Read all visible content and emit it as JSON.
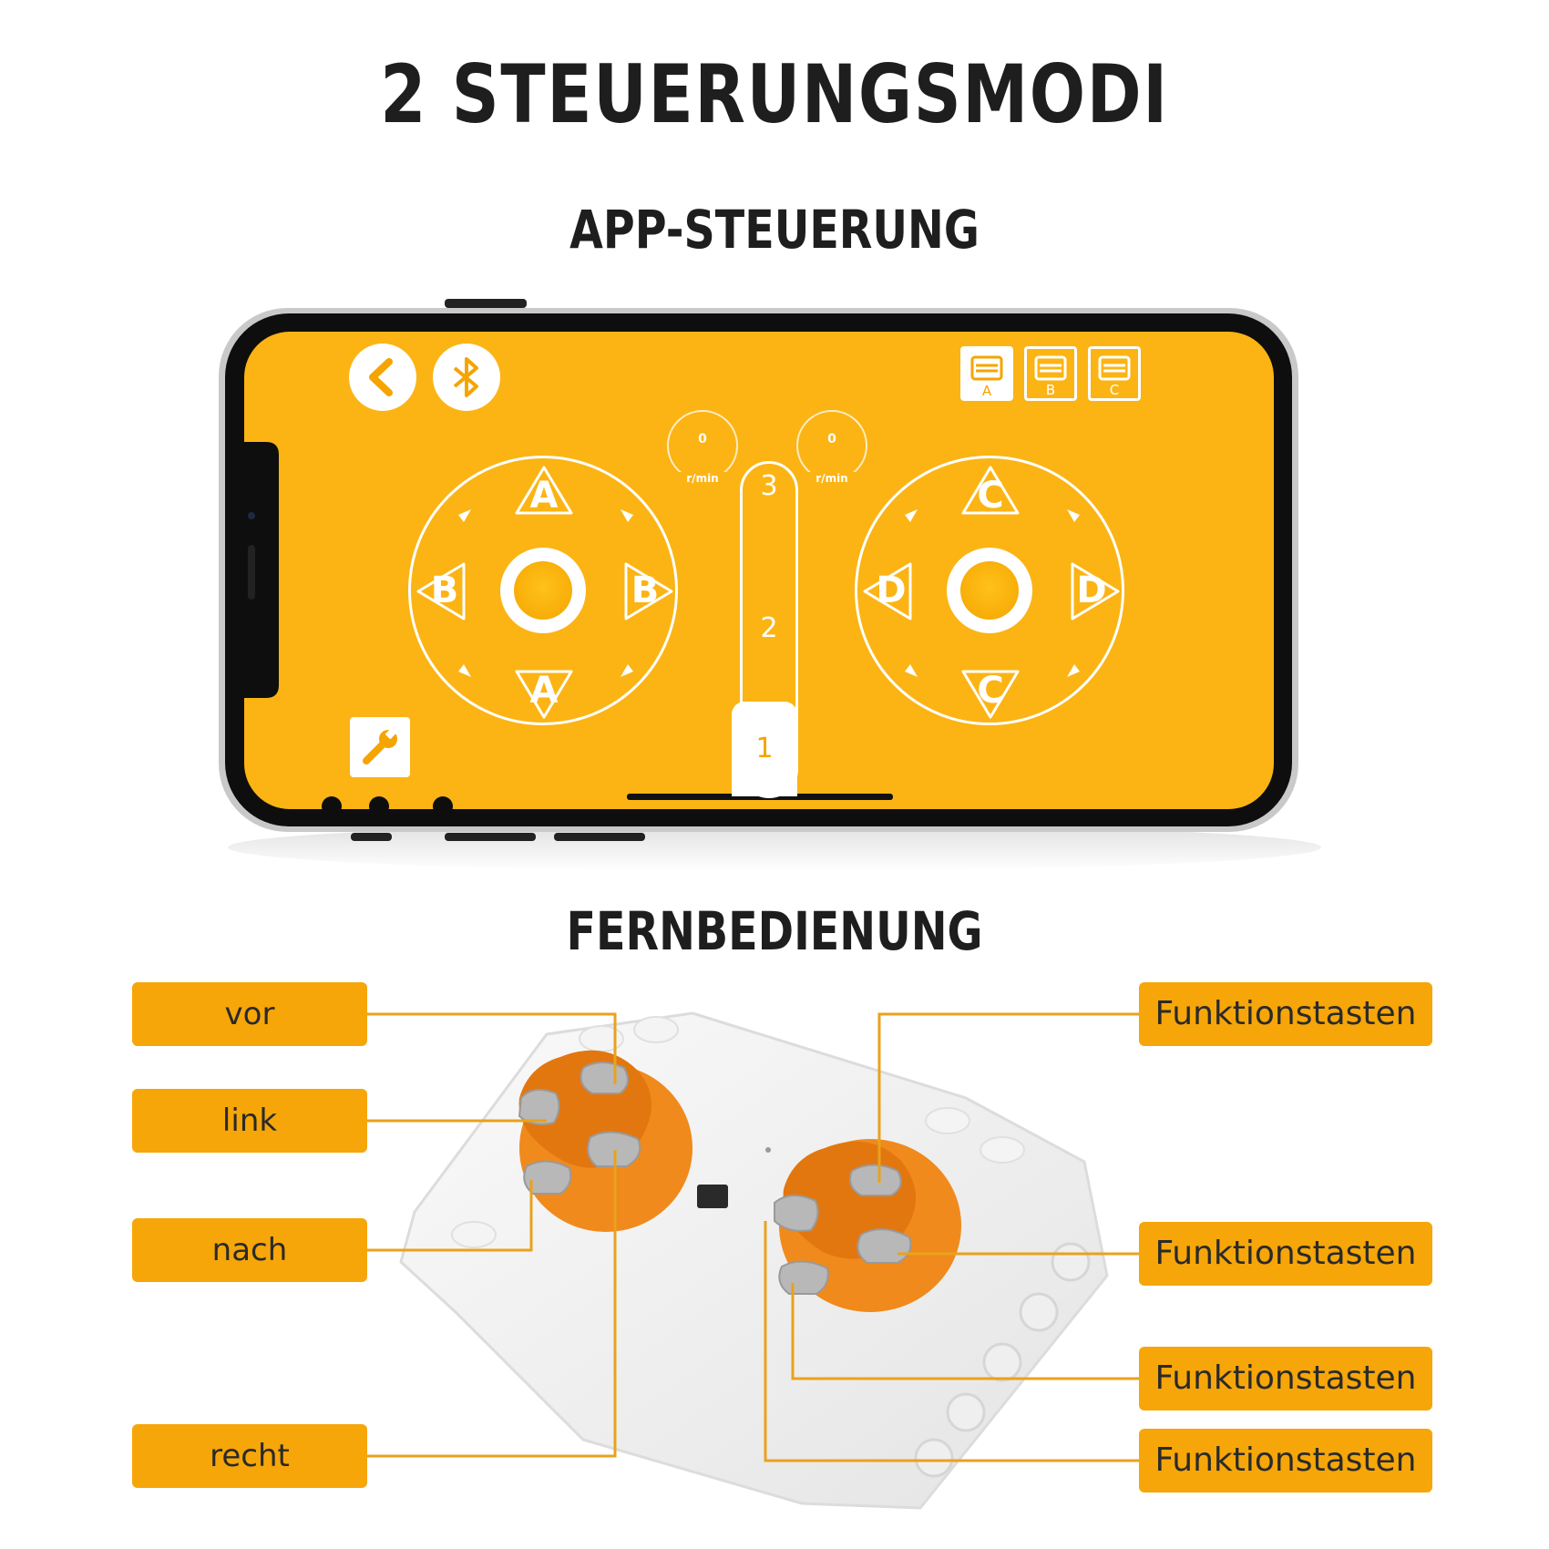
{
  "title": "2 STEUERUNGSMODI",
  "sections": {
    "app": "APP-STEUERUNG",
    "remote": "FERNBEDIENUNG"
  },
  "phone_app": {
    "screen_color": "#fbb414",
    "left_pad": {
      "top": "A",
      "bottom": "A",
      "left": "B",
      "right": "B"
    },
    "right_pad": {
      "top": "C",
      "bottom": "C",
      "left": "D",
      "right": "D"
    },
    "speed_gauges": [
      {
        "value": "0",
        "unit": "r/min"
      },
      {
        "value": "0",
        "unit": "r/min"
      }
    ],
    "speed_levels": [
      "3",
      "2",
      "1"
    ],
    "port_tabs": [
      "A",
      "B",
      "C"
    ],
    "icons": [
      "back-icon",
      "bluetooth-icon",
      "wrench-icon"
    ]
  },
  "remote_labels": {
    "left": [
      "vor",
      "link",
      "nach",
      "recht"
    ],
    "right": [
      "Funktionstasten",
      "Funktionstasten",
      "Funktionstasten",
      "Funktionstasten"
    ]
  },
  "colors": {
    "accent": "#f6a609",
    "remote_orange": "#f08a1c",
    "line": "#e9a21c"
  }
}
